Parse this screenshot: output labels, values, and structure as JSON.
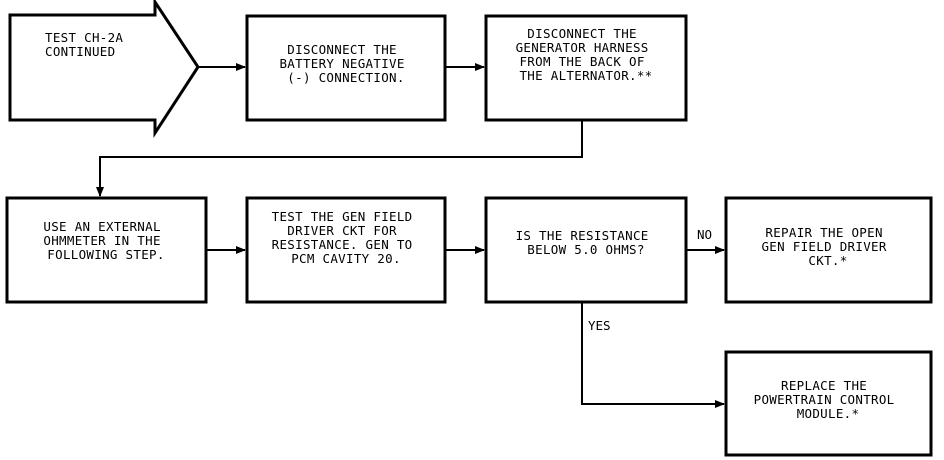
{
  "nodes": {
    "start": {
      "lines": [
        "TEST CH-2A",
        "CONTINUED"
      ]
    },
    "disconnect_battery": {
      "lines": [
        "DISCONNECT THE",
        "BATTERY NEGATIVE",
        "(-) CONNECTION."
      ]
    },
    "disconnect_harness": {
      "lines": [
        "DISCONNECT THE",
        "GENERATOR HARNESS",
        "FROM THE BACK OF",
        "THE ALTERNATOR.**"
      ]
    },
    "use_ohmmeter": {
      "lines": [
        "USE AN EXTERNAL",
        "OHMMETER IN THE",
        "FOLLOWING STEP."
      ]
    },
    "test_field": {
      "lines": [
        "TEST THE GEN FIELD",
        "DRIVER CKT FOR",
        "RESISTANCE. GEN TO",
        "PCM CAVITY 20."
      ]
    },
    "question": {
      "lines": [
        "IS THE RESISTANCE",
        "BELOW 5.0 OHMS?"
      ]
    },
    "repair": {
      "lines": [
        "REPAIR THE OPEN",
        "GEN FIELD DRIVER",
        "CKT.*"
      ]
    },
    "replace": {
      "lines": [
        "REPLACE THE",
        "POWERTRAIN CONTROL",
        "MODULE.*"
      ]
    }
  },
  "branch_labels": {
    "no": "NO",
    "yes": "YES"
  }
}
